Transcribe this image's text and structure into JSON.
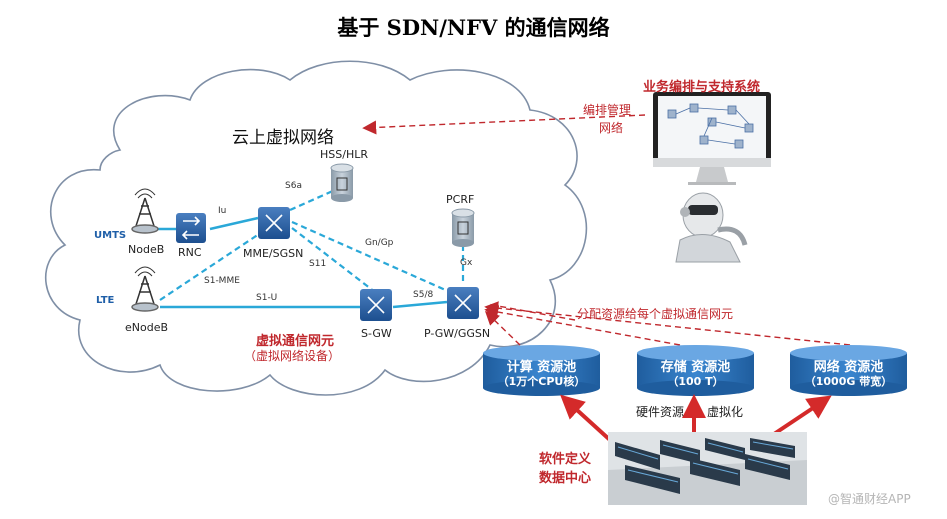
{
  "title": "基于 SDN/NFV 的通信网络",
  "cloud": {
    "label": "云上虚拟网络"
  },
  "network": {
    "umts": "UMTS",
    "lte": "LTE",
    "nodeb": "NodeB",
    "enodeb": "eNodeB",
    "rnc": "RNC",
    "mme_sgsn": "MME/SGSN",
    "hss_hlr": "HSS/HLR",
    "pcrf": "PCRF",
    "sgw": "S-GW",
    "pgw_ggsn": "P-GW/GGSN",
    "links": {
      "iu": "Iu",
      "s6a": "S6a",
      "s1_mme": "S1-MME",
      "s11": "S11",
      "gn_gp": "Gn/Gp",
      "gx": "Gx",
      "s1_u": "S1-U",
      "s5_8": "S5/8"
    },
    "vnf_title": "虚拟通信网元",
    "vnf_subtitle": "（虚拟网络设备）"
  },
  "oss": {
    "title": "业务编排与支持系统",
    "mgmt_line1": "编排管理",
    "mgmt_line2": "网络"
  },
  "allocation": {
    "label": "分配资源给每个虚拟通信网元"
  },
  "pools": [
    {
      "name": "计算 资源池",
      "detail": "（1万个CPU核）"
    },
    {
      "name": "存储 资源池",
      "detail": "（100 T）"
    },
    {
      "name": "网络 资源池",
      "detail": "（1000G 带宽）"
    }
  ],
  "virtualization": {
    "label_left": "硬件资源",
    "label_right": "虚拟化"
  },
  "datacenter": {
    "line1": "软件定义",
    "line2": "数据中心"
  },
  "watermark": "@智通财经APP",
  "colors": {
    "accent_red": "#c0282d",
    "link_blue": "#2aa8d8",
    "pool_blue": "#2b6cb5",
    "dashed_red": "#c0282d"
  }
}
